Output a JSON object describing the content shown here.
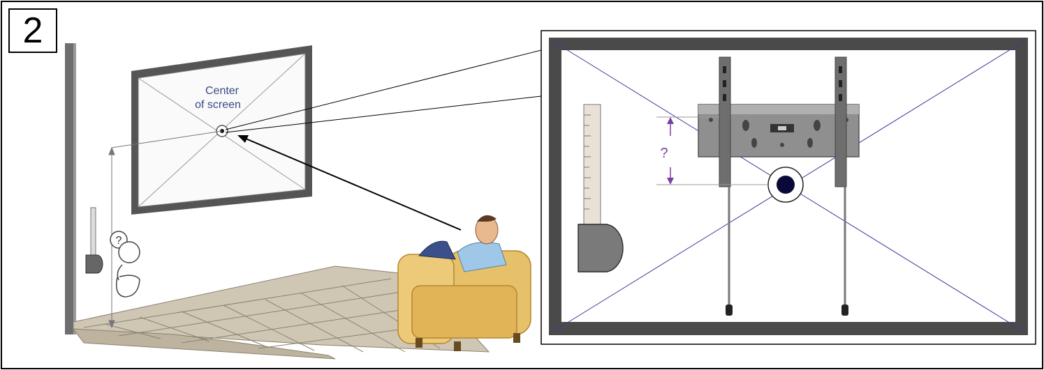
{
  "step": {
    "number": "2"
  },
  "scene": {
    "screen_label_line1": "Center",
    "screen_label_line2": "of screen",
    "person_question": "?"
  },
  "detail": {
    "height_question": "?"
  },
  "colors": {
    "wall": "#6e6e6e",
    "tv_frame": "#4a4a4a",
    "center_marker": "#0a0a3a",
    "guide_lines": "#3a3a9a",
    "measure_arrow": "#7a3fa0",
    "armchair": "#e0b457",
    "floor_tile": "#c9bfae"
  },
  "icons": [
    "measuring-tape-icon",
    "armchair-icon",
    "person-icon",
    "wall-mount-bracket-icon",
    "center-point-icon"
  ]
}
